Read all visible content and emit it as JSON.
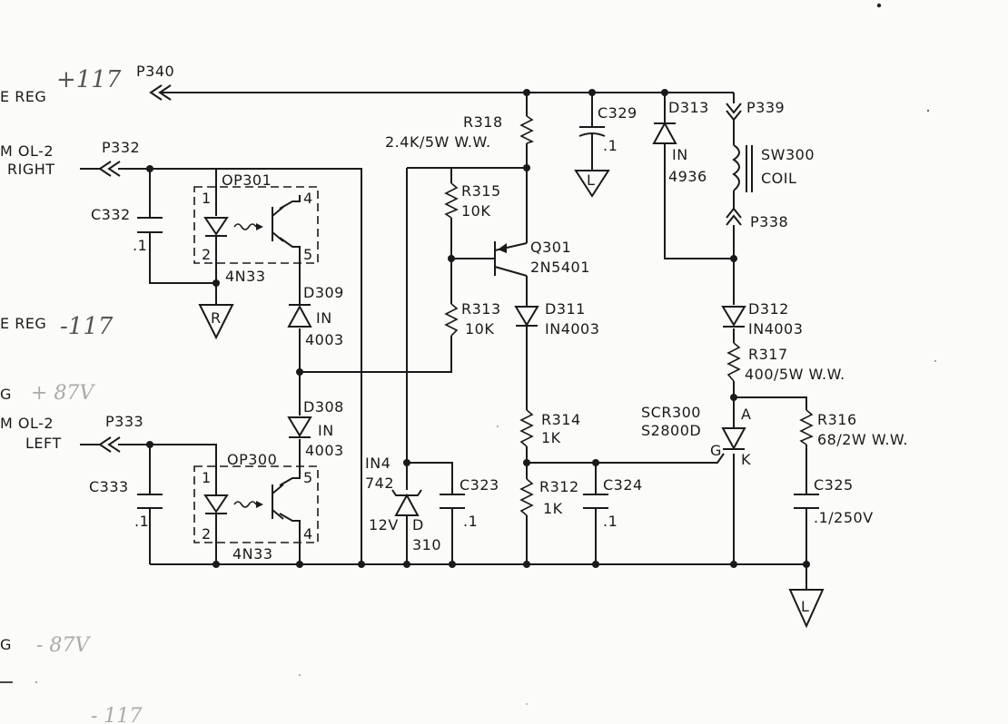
{
  "net_labels": {
    "ereg_top": "E REG",
    "mol2_right_1": "M OL-2",
    "mol2_right_2": "RIGHT",
    "ereg_mid": "E REG",
    "g_upper": "G",
    "mol2_left_1": "M OL-2",
    "mol2_left_2": "LEFT",
    "g_lower": "G"
  },
  "handwritten": {
    "h117_top": "+117",
    "h117_mid": "-117",
    "h87_upper": "+ 87V",
    "h87_lower": "- 87V",
    "h_bottom": "- 117"
  },
  "connectors": {
    "p340": "P340",
    "p332": "P332",
    "p333": "P333",
    "p339": "P339",
    "p338": "P338"
  },
  "components": {
    "r318_name": "R318",
    "r318_value": "2.4K/5W W.W.",
    "c329_name": "C329",
    "c329_value": ".1",
    "d313_name": "D313",
    "d313_v1": "IN",
    "d313_v2": "4936",
    "sw300_name": "SW300",
    "sw300_value": "COIL",
    "c332_name": "C332",
    "c332_value": ".1",
    "op301_name": "OP301",
    "op301_type": "4N33",
    "op301_p1": "1",
    "op301_p2": "2",
    "op301_p4": "4",
    "op301_p5": "5",
    "r315_name": "R315",
    "r315_value": "10K",
    "q301_name": "Q301",
    "q301_value": "2N5401",
    "r313_name": "R313",
    "r313_value": "10K",
    "d311_name": "D311",
    "d311_value": "IN4003",
    "d312_name": "D312",
    "d312_value": "IN4003",
    "r317_name": "R317",
    "r317_value": "400/5W W.W.",
    "d309_name": "D309",
    "d309_v1": "IN",
    "d309_v2": "4003",
    "d308_name": "D308",
    "d308_v1": "IN",
    "d308_v2": "4003",
    "scr_name": "SCR300",
    "scr_value": "S2800D",
    "scr_a": "A",
    "scr_g": "G",
    "scr_k": "K",
    "r314_name": "R314",
    "r314_value": "1K",
    "r316_name": "R316",
    "r316_value": "68/2W W.W.",
    "op300_name": "OP300",
    "op300_type": "4N33",
    "op300_p1": "1",
    "op300_p2": "2",
    "op300_p4": "4",
    "op300_p5": "5",
    "c333_name": "C333",
    "c333_value": ".1",
    "d310_t1": "IN4",
    "d310_t2": "742",
    "d310_t3": "12V",
    "d310_t4": "D",
    "d310_t5": "310",
    "c323_name": "C323",
    "c323_value": ".1",
    "r312_name": "R312",
    "r312_value": "1K",
    "c324_name": "C324",
    "c324_value": ".1",
    "c325_name": "C325",
    "c325_value": ".1/250V"
  },
  "grounds": {
    "r_ground": "R",
    "l_ground_1": "L",
    "l_ground_2": "L"
  }
}
